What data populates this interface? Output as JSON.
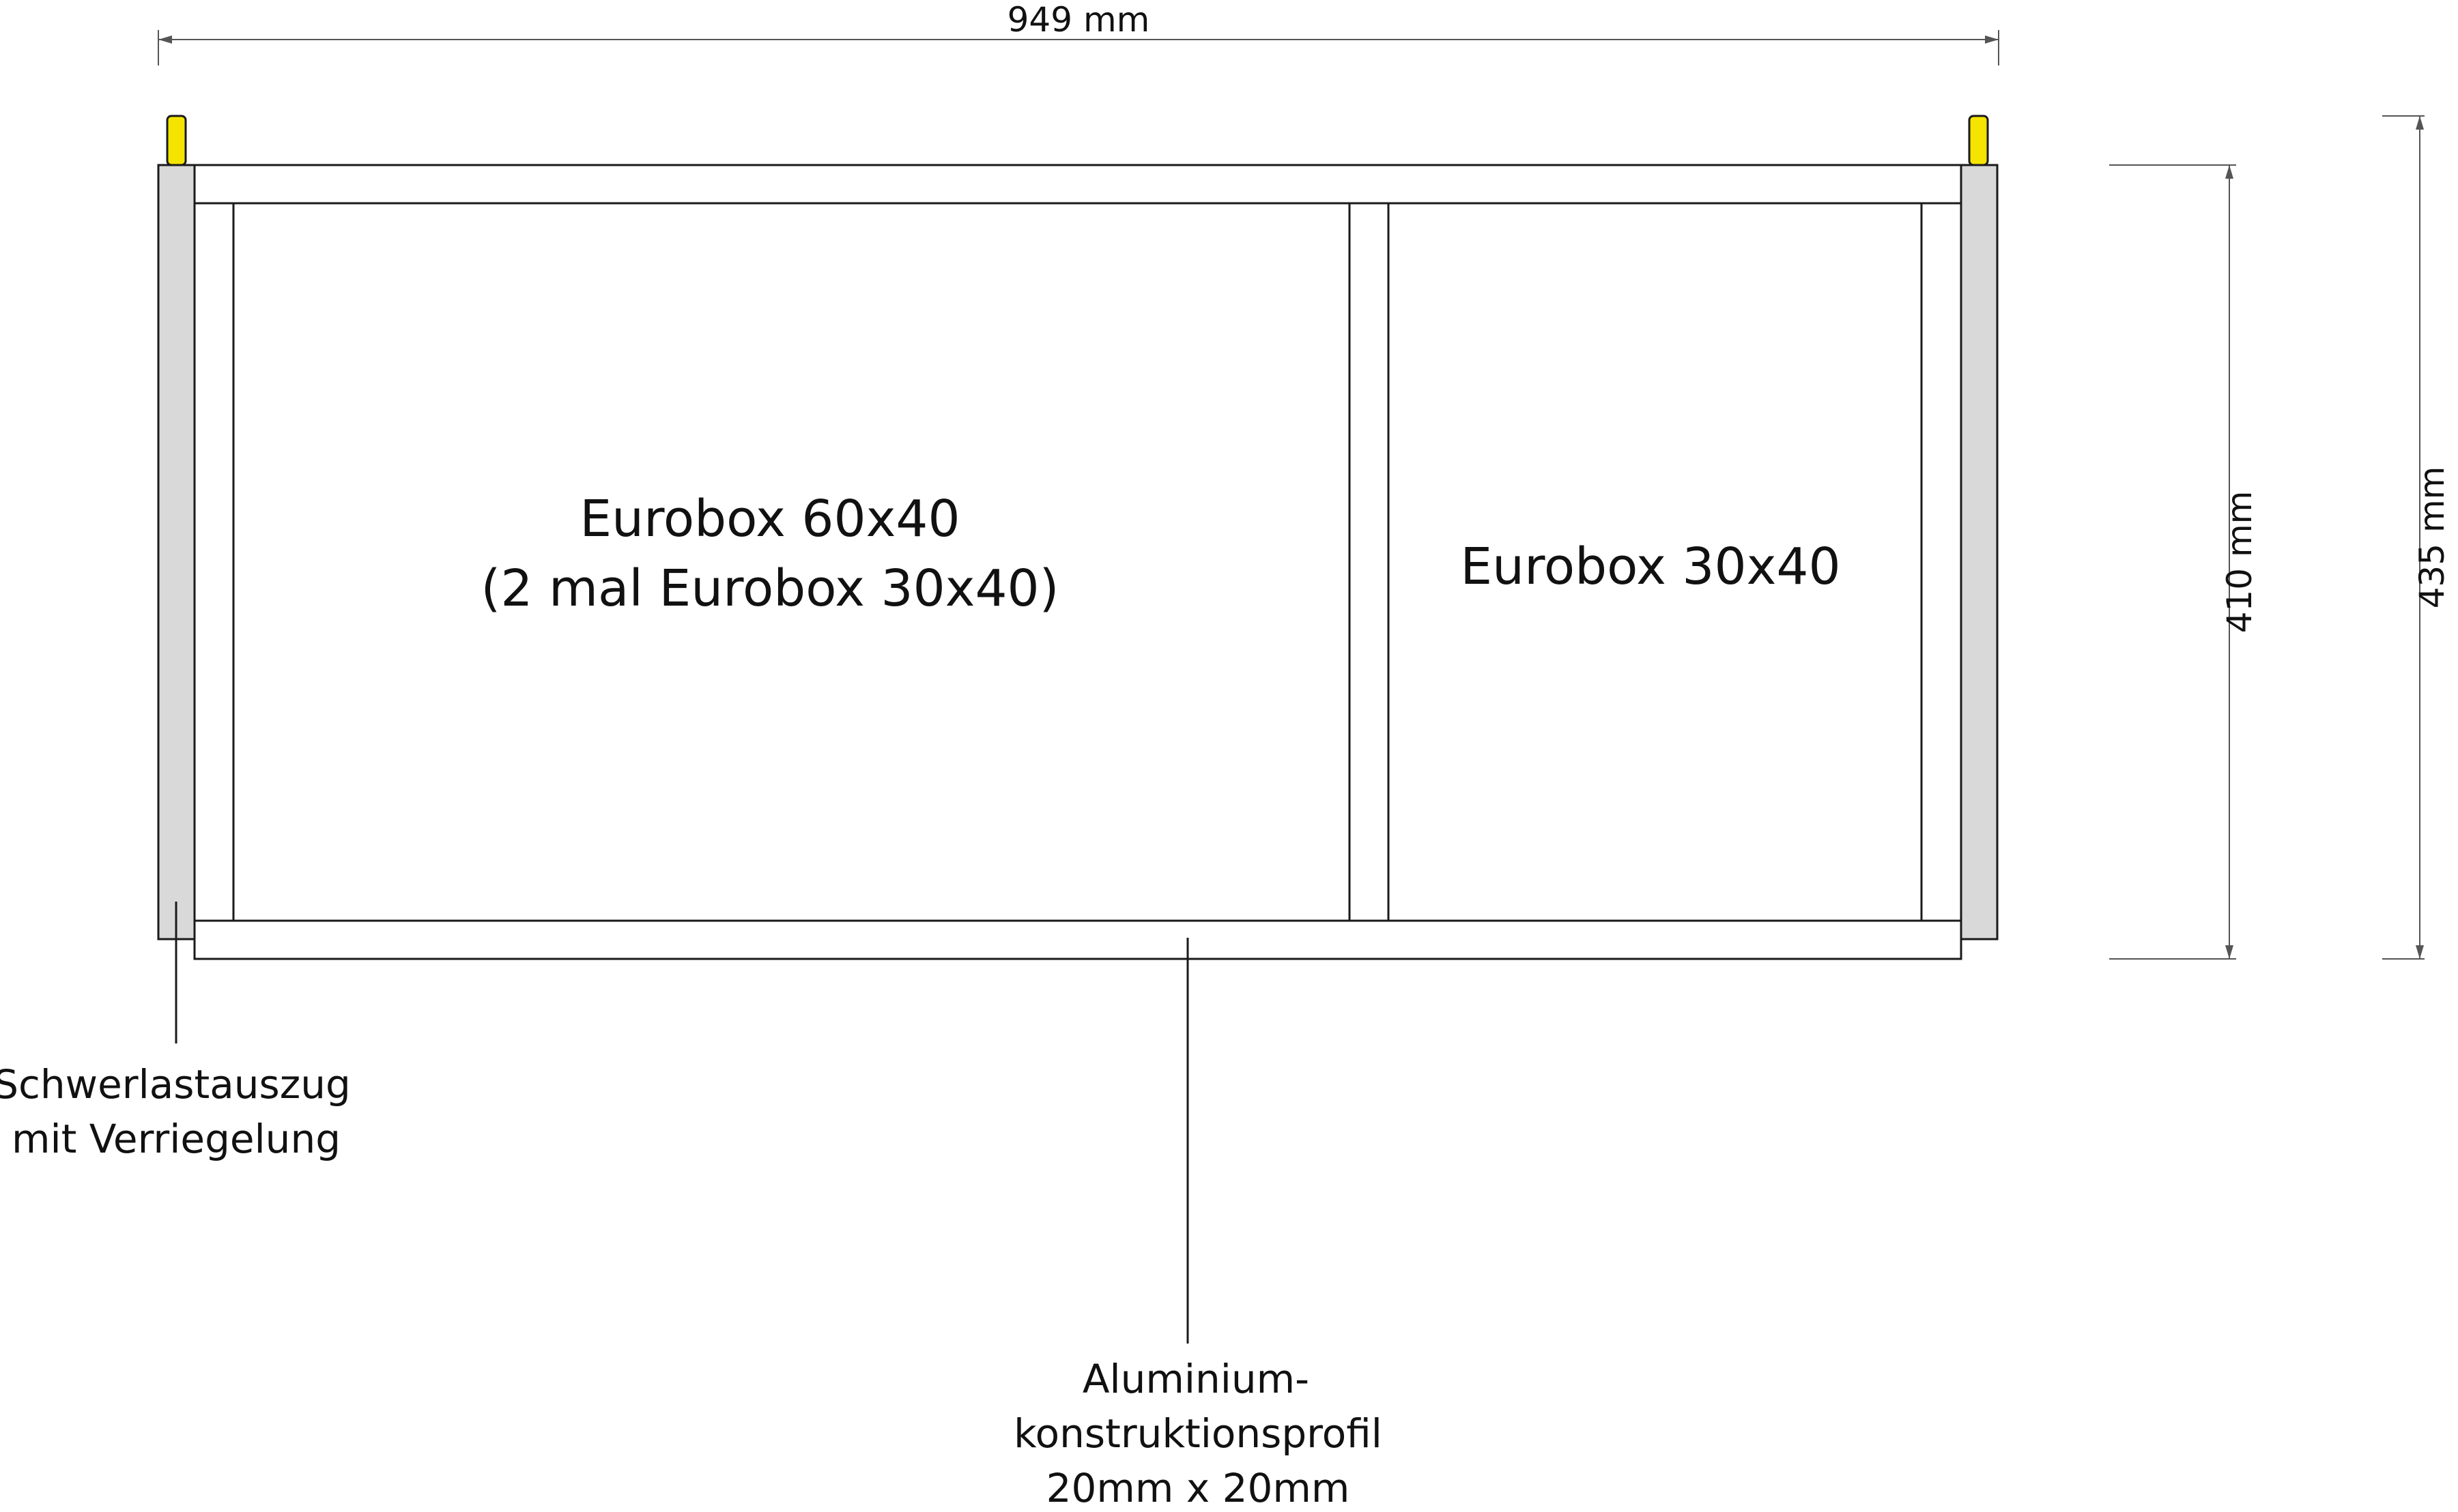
{
  "dimensions": {
    "width_label": "949 mm",
    "inner_height_label": "410 mm",
    "outer_height_label": "435 mm"
  },
  "compartments": {
    "left": {
      "line1": "Eurobox 60x40",
      "line2": "(2 mal Eurobox 30x40)"
    },
    "right": {
      "line1": "Eurobox 30x40"
    }
  },
  "callouts": {
    "slide": {
      "line1": "Schwerlastauszug",
      "line2": "mit Verriegelung"
    },
    "profile": {
      "line1": "Aluminium-",
      "line2": "konstruktionsprofil",
      "line3": "20mm x 20mm"
    }
  },
  "colors": {
    "line": "#1a1a1a",
    "slide_rail": "#d9d9d9",
    "lock_pin": "#f5e400",
    "dimension_line": "#555555"
  }
}
